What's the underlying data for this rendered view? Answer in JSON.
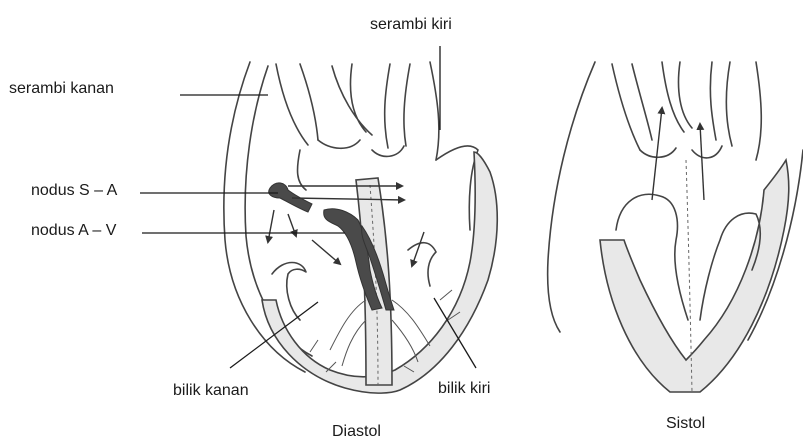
{
  "labels": {
    "serambi_kiri": "serambi kiri",
    "serambi_kanan": "serambi kanan",
    "nodus_sa": "nodus S – A",
    "nodus_av": "nodus A – V",
    "bilik_kanan": "bilik kanan",
    "bilik_kiri": "bilik kiri"
  },
  "captions": {
    "left": "Diastol",
    "right": "Sistol"
  }
}
